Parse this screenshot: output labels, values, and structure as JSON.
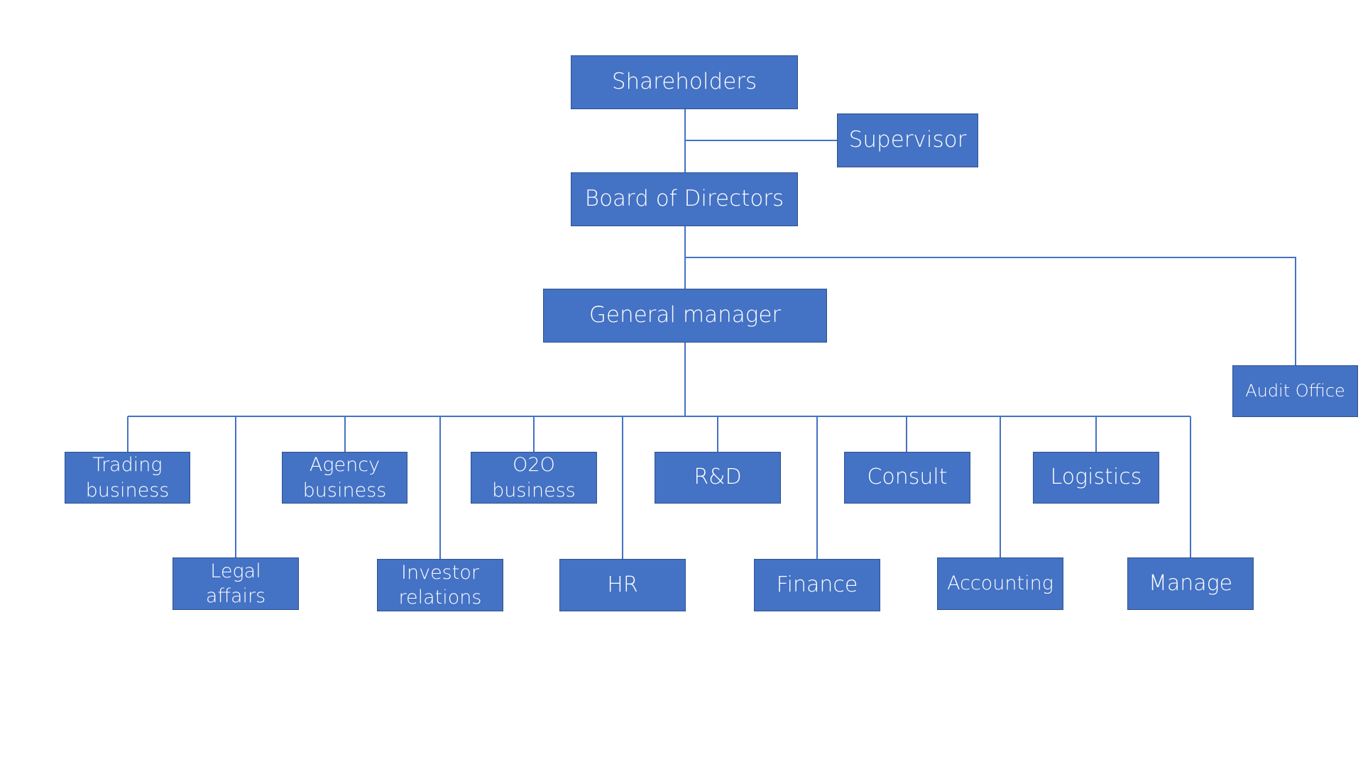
{
  "chart": {
    "nodes": {
      "shareholders": "Shareholders",
      "supervisor": "Supervisor",
      "board": "Board  of  Directors",
      "general_manager": "General  manager",
      "audit_office": "Audit  Office",
      "trading_business": "Trading\nbusiness",
      "legal_affairs": "Legal\naffairs",
      "agency_business": "Agency\nbusiness",
      "investor_relations": "Investor\nrelations",
      "o2o_business": "O2O\nbusiness",
      "hr": "HR",
      "rd": "R&D",
      "finance": "Finance",
      "consult": "Consult",
      "accounting": "Accounting",
      "logistics": "Logistics",
      "manage": "Manage"
    },
    "reports_to": {
      "supervisor": "shareholders",
      "board": "shareholders",
      "general_manager": "board",
      "audit_office": "board",
      "trading_business": "general_manager",
      "legal_affairs": "general_manager",
      "agency_business": "general_manager",
      "investor_relations": "general_manager",
      "o2o_business": "general_manager",
      "hr": "general_manager",
      "rd": "general_manager",
      "finance": "general_manager",
      "consult": "general_manager",
      "accounting": "general_manager",
      "logistics": "general_manager",
      "manage": "general_manager"
    },
    "colors": {
      "box_fill": "#4472c4",
      "box_border": "#2f528f",
      "connector": "#4472c4",
      "text": "#ffffff"
    }
  }
}
